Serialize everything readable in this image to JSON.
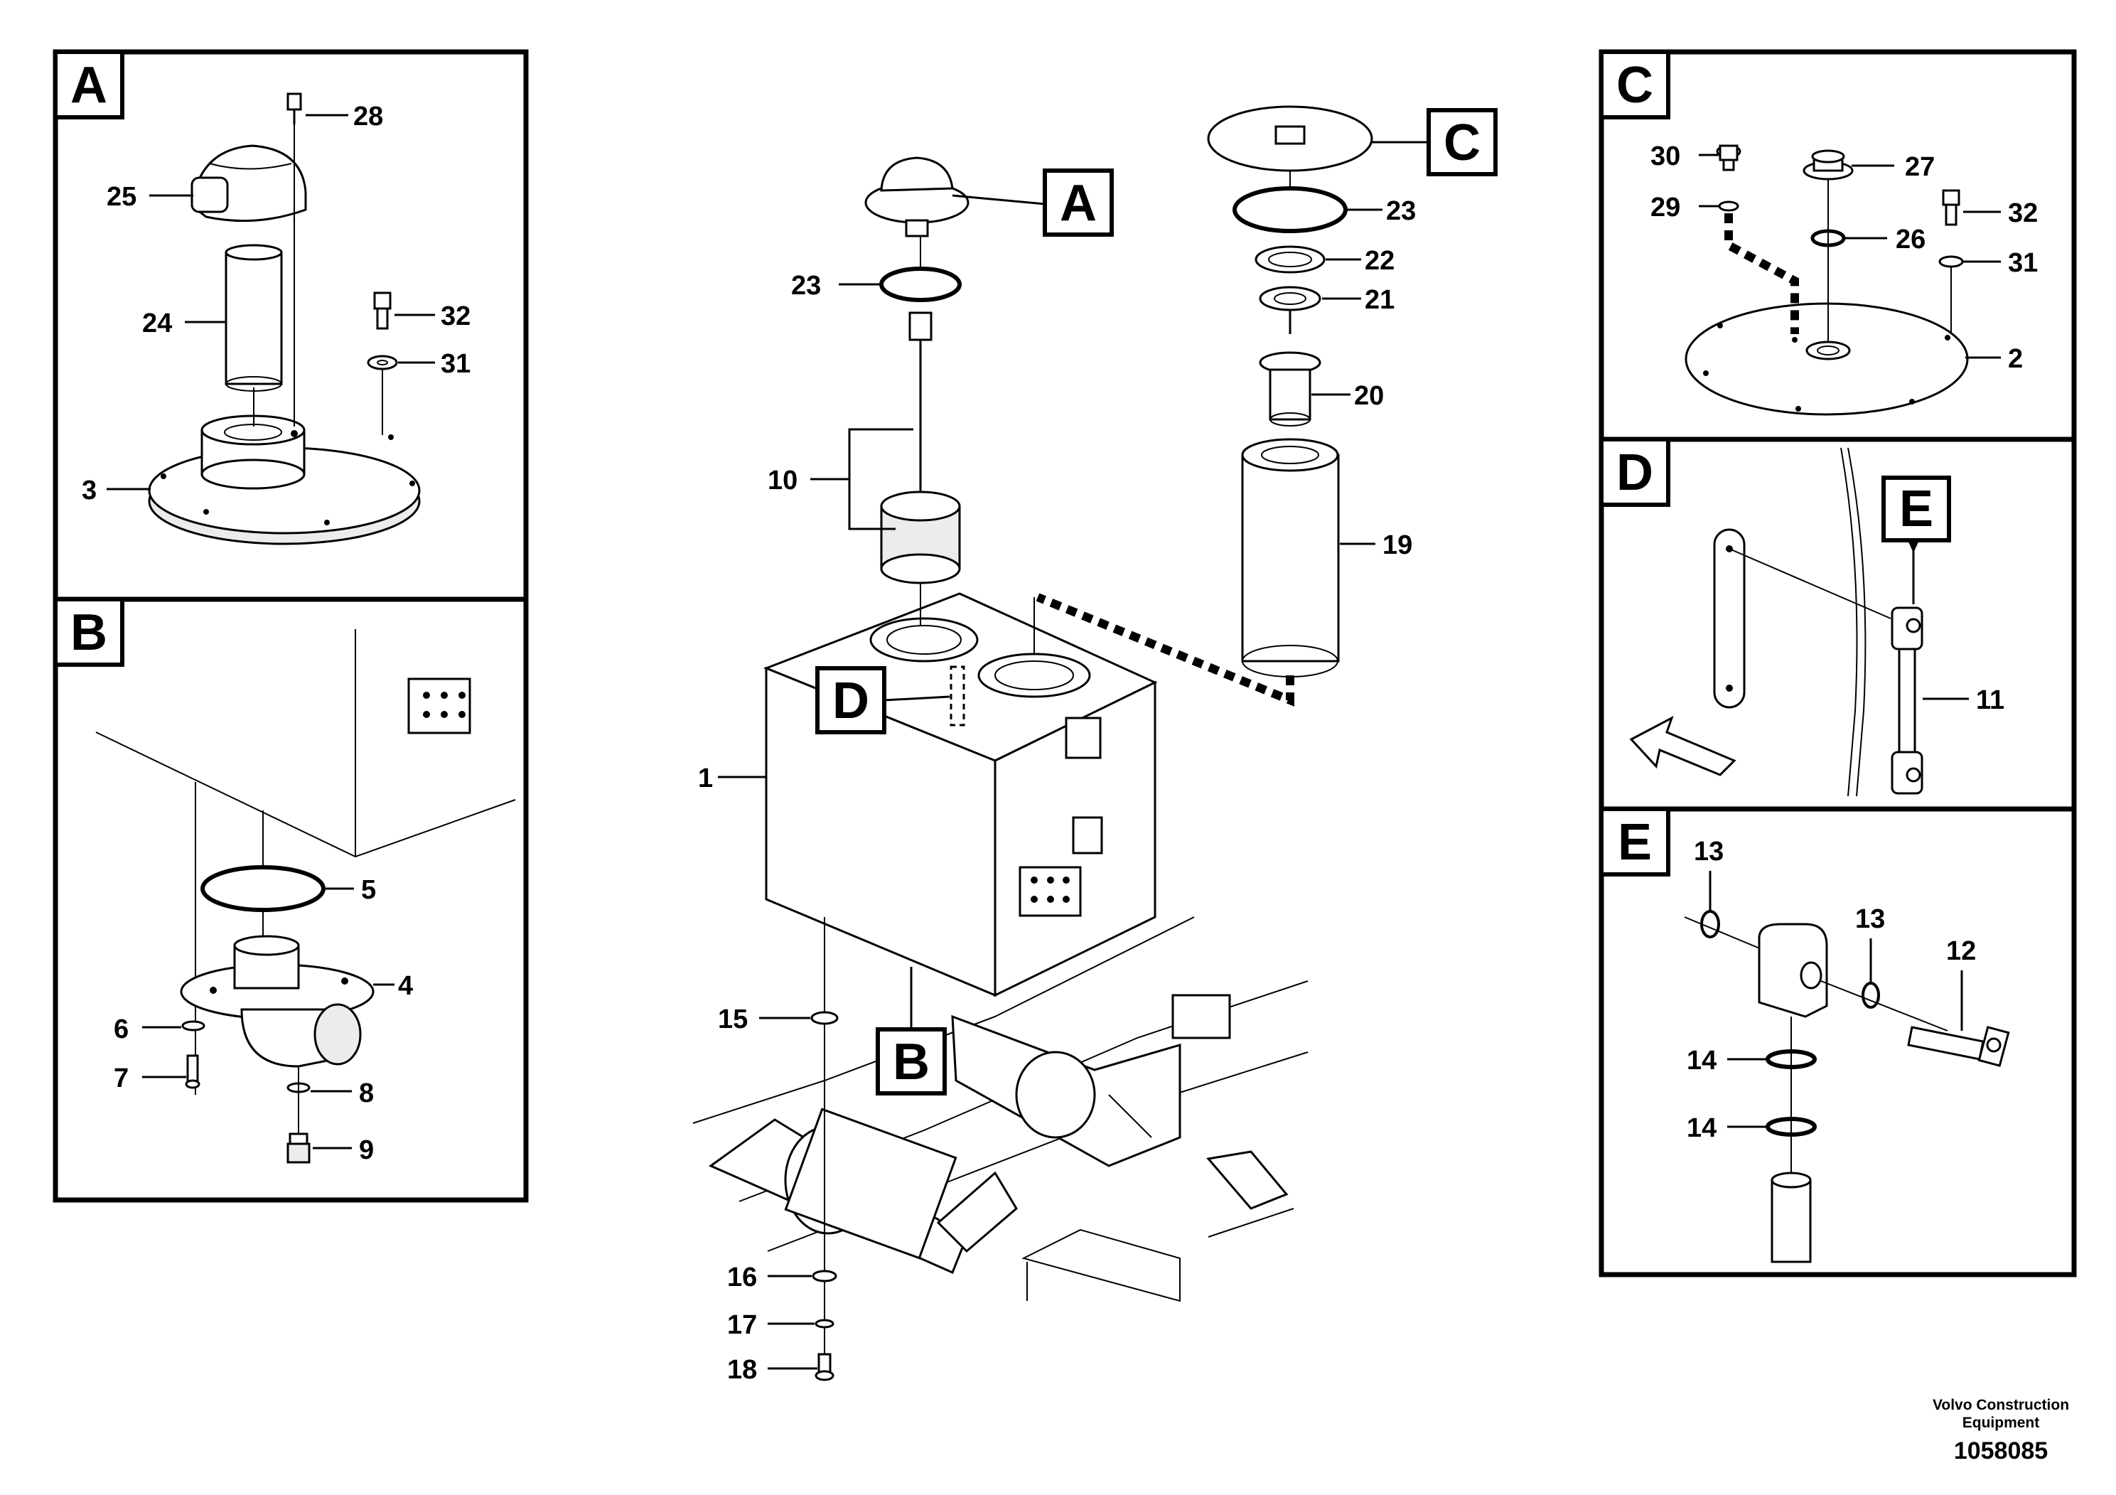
{
  "callouts": {
    "A": "A",
    "B": "B",
    "C": "C",
    "D": "D",
    "E": "E"
  },
  "panel_a": {
    "tag": "A",
    "labels": {
      "p28": "28",
      "p25": "25",
      "p24": "24",
      "p32": "32",
      "p31": "31",
      "p3": "3"
    }
  },
  "panel_b": {
    "tag": "B",
    "labels": {
      "p5": "5",
      "p4": "4",
      "p6": "6",
      "p7": "7",
      "p8": "8",
      "p9": "9"
    }
  },
  "panel_c": {
    "tag": "C",
    "labels": {
      "p30": "30",
      "p27": "27",
      "p29": "29",
      "p26": "26",
      "p32": "32",
      "p31": "31",
      "p2": "2"
    }
  },
  "panel_d": {
    "tag": "D",
    "labels": {
      "p11": "11"
    }
  },
  "panel_e": {
    "tag": "E",
    "labels": {
      "p13a": "13",
      "p13b": "13",
      "p12": "12",
      "p14a": "14",
      "p14b": "14"
    }
  },
  "main": {
    "labels": {
      "p23a": "23",
      "p10": "10",
      "p1": "1",
      "p15": "15",
      "p16": "16",
      "p17": "17",
      "p18": "18",
      "p23b": "23",
      "p22": "22",
      "p21": "21",
      "p20": "20",
      "p19": "19"
    }
  },
  "footer": {
    "brand_line1": "Volvo Construction",
    "brand_line2": "Equipment",
    "doc_number": "1058085"
  }
}
